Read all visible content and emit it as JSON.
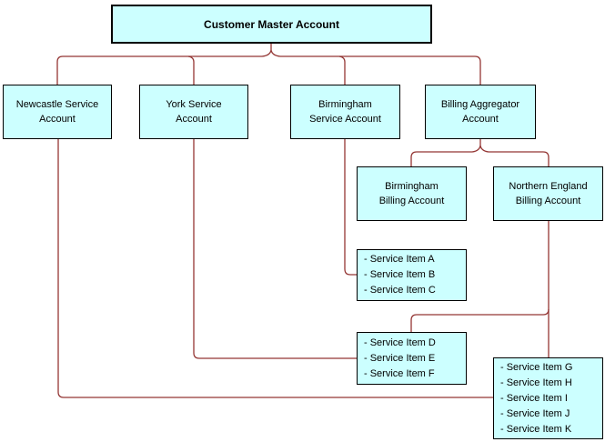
{
  "diagram": {
    "type": "hierarchy",
    "colors": {
      "node_fill": "#ccffff",
      "node_border": "#000000",
      "connector": "#943634"
    },
    "nodes": [
      {
        "id": "customer-master-account",
        "label": "Customer Master Account"
      },
      {
        "id": "newcastle-service-account",
        "label": "Newcastle Service\nAccount"
      },
      {
        "id": "york-service-account",
        "label": "York Service\nAccount"
      },
      {
        "id": "birmingham-service-account",
        "label": "Birmingham\nService Account"
      },
      {
        "id": "billing-aggregator-account",
        "label": "Billing Aggregator\nAccount"
      },
      {
        "id": "birmingham-billing-account",
        "label": "Birmingham\nBilling Account"
      },
      {
        "id": "northern-england-billing-account",
        "label": "Northern England\nBilling Account"
      },
      {
        "id": "service-items-abc",
        "items": [
          "- Service Item A",
          "- Service Item B",
          "- Service Item C"
        ]
      },
      {
        "id": "service-items-def",
        "items": [
          "- Service Item D",
          "- Service Item E",
          "- Service Item F"
        ]
      },
      {
        "id": "service-items-ghijk",
        "items": [
          "- Service Item G",
          "- Service Item H",
          "- Service Item I",
          "- Service Item J",
          "- Service Item K"
        ]
      }
    ],
    "edges": [
      {
        "from": "customer-master-account",
        "to": "newcastle-service-account"
      },
      {
        "from": "customer-master-account",
        "to": "york-service-account"
      },
      {
        "from": "customer-master-account",
        "to": "birmingham-service-account"
      },
      {
        "from": "customer-master-account",
        "to": "billing-aggregator-account"
      },
      {
        "from": "billing-aggregator-account",
        "to": "birmingham-billing-account"
      },
      {
        "from": "billing-aggregator-account",
        "to": "northern-england-billing-account"
      },
      {
        "from": "birmingham-service-account",
        "to": "service-items-abc"
      },
      {
        "from": "york-service-account",
        "to": "service-items-def"
      },
      {
        "from": "newcastle-service-account",
        "to": "service-items-ghijk"
      },
      {
        "from": "northern-england-billing-account",
        "to": "service-items-def"
      },
      {
        "from": "northern-england-billing-account",
        "to": "service-items-ghijk"
      }
    ]
  }
}
